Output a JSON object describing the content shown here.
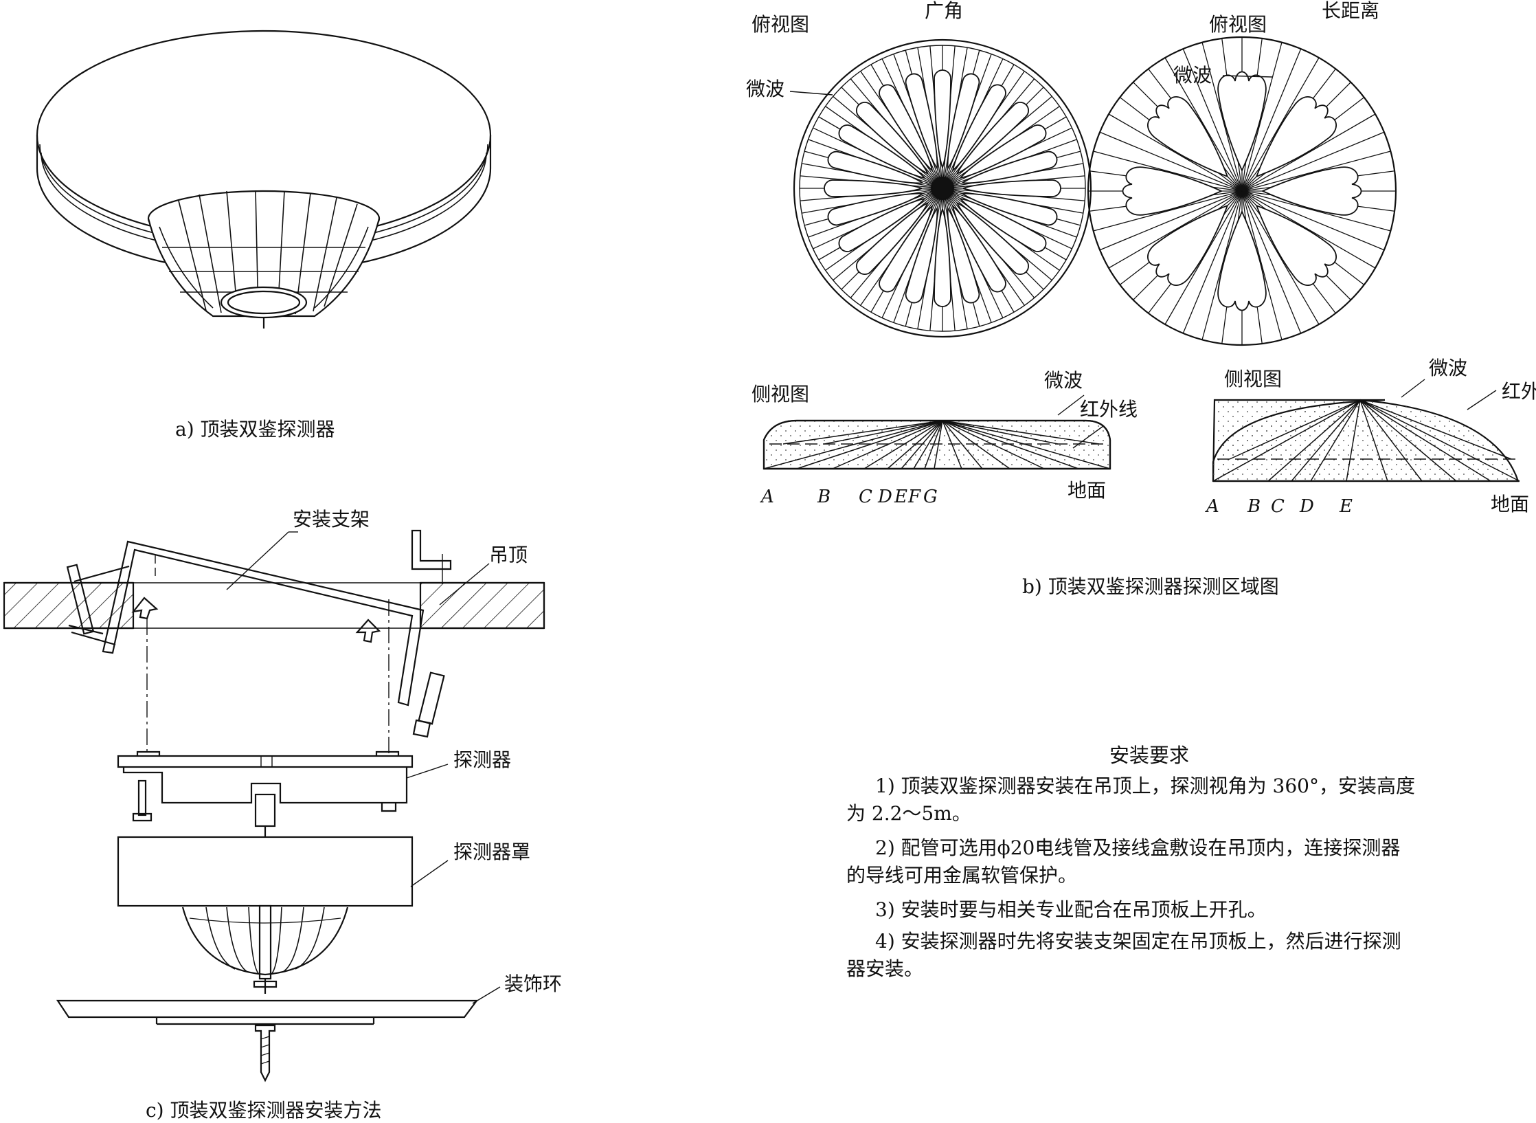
{
  "figure_a": {
    "caption": "a) 顶装双鉴探测器"
  },
  "figure_b": {
    "caption": "b) 顶装双鉴探测器探测区域图",
    "wide": {
      "title": "广角",
      "top_view": "俯视图",
      "microwave": "微波",
      "side_view": "侧视图",
      "side_microwave": "微波",
      "infrared": "红外线",
      "ground": "地面",
      "points": [
        "A",
        "B",
        "C",
        "D",
        "E",
        "F",
        "G"
      ]
    },
    "long": {
      "title": "长距离",
      "top_view": "俯视图",
      "microwave": "微波",
      "side_view": "侧视图",
      "side_microwave": "微波",
      "infrared": "红外线",
      "ground": "地面",
      "points": [
        "A",
        "B",
        "C",
        "D",
        "E"
      ]
    }
  },
  "figure_c": {
    "caption": "c) 顶装双鉴探测器安装方法",
    "labels": {
      "bracket": "安装支架",
      "ceiling": "吊顶",
      "detector": "探测器",
      "cover": "探测器罩",
      "ring": "装饰环"
    }
  },
  "requirements": {
    "title": "安装要求",
    "items": [
      "1) 顶装双鉴探测器安装在吊顶上，探测视角为 360°，安装高度为 2.2～5m。",
      "2) 配管可选用ϕ20电线管及接线盒敷设在吊顶内，连接探测器的导线可用金属软管保护。",
      "3) 安装时要与相关专业配合在吊顶板上开孔。",
      "4) 安装探测器时先将安装支架固定在吊顶板上，然后进行探测器安装。"
    ]
  }
}
